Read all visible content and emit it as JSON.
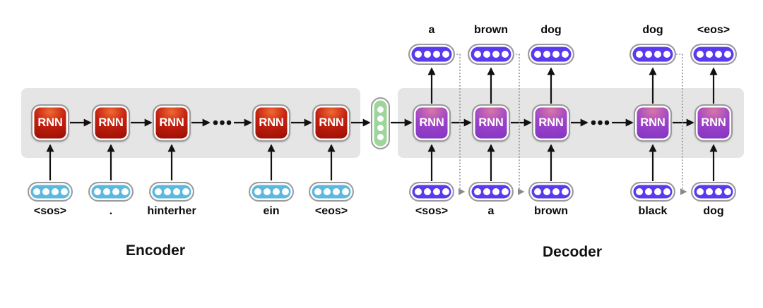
{
  "rnn_label": "RNN",
  "vector_dots": 4,
  "encoder": {
    "title": "Encoder",
    "inputs": [
      "<sos>",
      ".",
      "hinterher",
      "ein",
      "<eos>"
    ]
  },
  "decoder": {
    "title": "Decoder",
    "inputs": [
      "<sos>",
      "a",
      "brown",
      "black",
      "dog"
    ],
    "outputs": [
      "a",
      "brown",
      "dog",
      "dog",
      "<eos>"
    ]
  },
  "colors": {
    "encoder_rnn": "#c42110",
    "decoder_rnn": "#9a41c9",
    "encoder_embedding": "#5cb9de",
    "decoder_embedding": "#5a39ee",
    "context_vector": "#9ed59b",
    "panel": "#e5e5e5",
    "arrow": "#111111",
    "feedback_dotted": "#8a8a8a"
  }
}
